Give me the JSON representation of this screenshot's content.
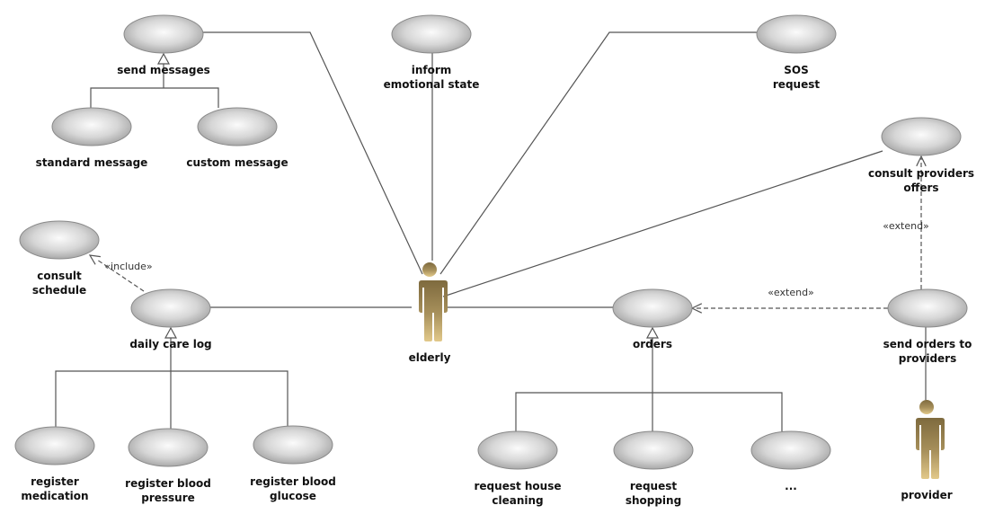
{
  "diagram": {
    "type": "UML use case diagram",
    "actors": [
      {
        "id": "elderly",
        "label": "elderly"
      },
      {
        "id": "provider",
        "label": "provider"
      }
    ],
    "use_cases": [
      {
        "id": "send_messages",
        "lines": [
          "send messages"
        ]
      },
      {
        "id": "standard_message",
        "lines": [
          "standard message"
        ]
      },
      {
        "id": "custom_message",
        "lines": [
          "custom message"
        ]
      },
      {
        "id": "inform_emotional",
        "lines": [
          "inform",
          "emotional state"
        ]
      },
      {
        "id": "sos_request",
        "lines": [
          "SOS",
          "request"
        ]
      },
      {
        "id": "consult_providers",
        "lines": [
          "consult providers",
          "offers"
        ]
      },
      {
        "id": "consult_schedule",
        "lines": [
          "consult",
          "schedule"
        ]
      },
      {
        "id": "daily_care_log",
        "lines": [
          "daily care log"
        ]
      },
      {
        "id": "register_medication",
        "lines": [
          "register",
          "medication"
        ]
      },
      {
        "id": "register_bp",
        "lines": [
          "register blood",
          "pressure"
        ]
      },
      {
        "id": "register_glucose",
        "lines": [
          "register blood",
          "glucose"
        ]
      },
      {
        "id": "orders",
        "lines": [
          "orders"
        ]
      },
      {
        "id": "send_orders",
        "lines": [
          "send orders to",
          "providers"
        ]
      },
      {
        "id": "request_cleaning",
        "lines": [
          "request house",
          "cleaning"
        ]
      },
      {
        "id": "request_shopping",
        "lines": [
          "request",
          "shopping"
        ]
      },
      {
        "id": "more",
        "lines": [
          "..."
        ]
      }
    ],
    "relations": [
      {
        "type": "association",
        "from": "elderly",
        "to": "send_messages"
      },
      {
        "type": "association",
        "from": "elderly",
        "to": "inform_emotional"
      },
      {
        "type": "association",
        "from": "elderly",
        "to": "sos_request"
      },
      {
        "type": "association",
        "from": "elderly",
        "to": "consult_providers"
      },
      {
        "type": "association",
        "from": "elderly",
        "to": "daily_care_log"
      },
      {
        "type": "association",
        "from": "elderly",
        "to": "orders"
      },
      {
        "type": "association",
        "from": "provider",
        "to": "send_orders"
      },
      {
        "type": "generalization",
        "from": "standard_message",
        "to": "send_messages"
      },
      {
        "type": "generalization",
        "from": "custom_message",
        "to": "send_messages"
      },
      {
        "type": "generalization",
        "from": "register_medication",
        "to": "daily_care_log"
      },
      {
        "type": "generalization",
        "from": "register_bp",
        "to": "daily_care_log"
      },
      {
        "type": "generalization",
        "from": "register_glucose",
        "to": "daily_care_log"
      },
      {
        "type": "generalization",
        "from": "request_cleaning",
        "to": "orders"
      },
      {
        "type": "generalization",
        "from": "request_shopping",
        "to": "orders"
      },
      {
        "type": "generalization",
        "from": "more",
        "to": "orders"
      },
      {
        "type": "include",
        "from": "daily_care_log",
        "to": "consult_schedule",
        "label": "«include»"
      },
      {
        "type": "extend",
        "from": "send_orders",
        "to": "orders",
        "label": "«extend»"
      },
      {
        "type": "extend",
        "from": "send_orders",
        "to": "consult_providers",
        "label": "«extend»"
      }
    ]
  }
}
